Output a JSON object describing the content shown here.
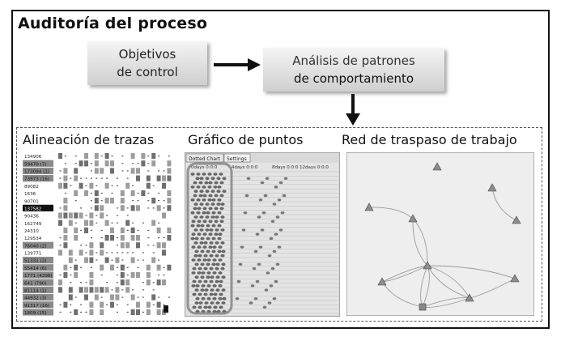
{
  "title": "Auditoría del proceso",
  "box_objectives": {
    "line1": "Objetivos",
    "line2": "de control"
  },
  "box_analysis": {
    "line1": "Análisis de patrones",
    "line2": "de comportamiento"
  },
  "sections": {
    "trace_alignment": "Alineación de trazas",
    "dotted_chart": "Gráfico de puntos",
    "handover_network": "Red de traspaso de trabajo"
  },
  "trace_ids": [
    "134906",
    "59470 (7)",
    "173094 (1)",
    "73973 (16)",
    "89082",
    "1636",
    "90701",
    "137582",
    "90436",
    "162749",
    "24310",
    "129534",
    "76040 (2)",
    "139771",
    "51331 (2)",
    "55414 (6)",
    "1771 (4298)",
    "641 (790)",
    "81114 (1)",
    "44932 (3)",
    "91317 (16)",
    "1809 (15)"
  ],
  "dotted_chart_tabs": {
    "tab1": "Dotted Chart",
    "tab2": "Settings"
  },
  "dotted_chart_axis": [
    "0days 0:0:0",
    "4days 0:0:0",
    "8days 0:0:0",
    "12days 0:0:0"
  ],
  "colors": {
    "box_top": "#f4f4f4",
    "box_bottom": "#cfcfcf",
    "highlight": "#888888",
    "dots": "#6a6a6a"
  }
}
